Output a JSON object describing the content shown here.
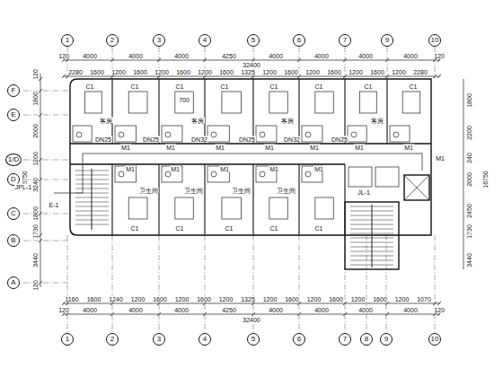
{
  "diagram": {
    "nodes": [
      {
        "text": [
          "1"
        ]
      },
      {
        "text": [
          "2"
        ]
      },
      {
        "text": [
          "3"
        ]
      },
      {
        "text": [
          "4"
        ]
      },
      {
        "text": [
          "5"
        ]
      },
      {
        "text": [
          "6"
        ]
      },
      {
        "text": [
          "7"
        ]
      },
      {
        "text": [
          "9"
        ]
      },
      {
        "text": [
          "10"
        ]
      },
      {
        "text": [
          "F"
        ]
      },
      {
        "text": [
          "E"
        ]
      },
      {
        "text": [
          "1/D"
        ]
      },
      {
        "text": [
          "D"
        ]
      },
      {
        "text": [
          "C"
        ]
      },
      {
        "text": [
          "B"
        ]
      },
      {
        "text": [
          "A"
        ]
      },
      {
        "text": [
          "1"
        ]
      },
      {
        "text": [
          "2"
        ]
      },
      {
        "text": [
          "3"
        ]
      },
      {
        "text": [
          "4"
        ]
      },
      {
        "text": [
          "5"
        ]
      },
      {
        "text": [
          "6"
        ]
      },
      {
        "text": [
          "7"
        ]
      },
      {
        "text": [
          "8"
        ]
      },
      {
        "text": [
          "9"
        ]
      },
      {
        "text": [
          "10"
        ]
      }
    ],
    "labels": [
      "120",
      "4000",
      "4000",
      "4000",
      "4250",
      "4000",
      "4000",
      "4000",
      "4000",
      "120",
      "32400",
      "2280",
      "1600",
      "1200",
      "1600",
      "1200",
      "1600",
      "1200",
      "1600",
      "1325",
      "1200",
      "1600",
      "1200",
      "1600",
      "1200",
      "1600",
      "1200",
      "2280",
      "1160",
      "1600",
      "1240",
      "1200",
      "1600",
      "1200",
      "1600",
      "1200",
      "1325",
      "1200",
      "1600",
      "1200",
      "1600",
      "1200",
      "1600",
      "1200",
      "1070",
      "120",
      "4000",
      "4000",
      "4000",
      "4250",
      "4000",
      "4000",
      "4000",
      "4000",
      "120",
      "32400",
      "120",
      "1800",
      "2000",
      "1200",
      "3240",
      "1800",
      "1730",
      "3440",
      "120",
      "16750",
      "1800",
      "2200",
      "240",
      "2000",
      "2450",
      "1730",
      "3440",
      "16750",
      "C1",
      "C1",
      "C1",
      "C1",
      "C1",
      "C1",
      "C1",
      "C1",
      "C1",
      "C1",
      "C1",
      "C1",
      "C1",
      "M1",
      "M1",
      "M1",
      "M1",
      "M1",
      "M1",
      "M1",
      "M1",
      "M1",
      "M1",
      "M1",
      "M1",
      "M1",
      "DN25",
      "DN25",
      "DN32",
      "DN25",
      "DN32",
      "DN25",
      "客房",
      "客房",
      "客房",
      "客房",
      "卫生间",
      "卫生间",
      "卫生间",
      "卫生间",
      "700",
      "JPL-1",
      "E-1",
      "JL-1"
    ]
  }
}
